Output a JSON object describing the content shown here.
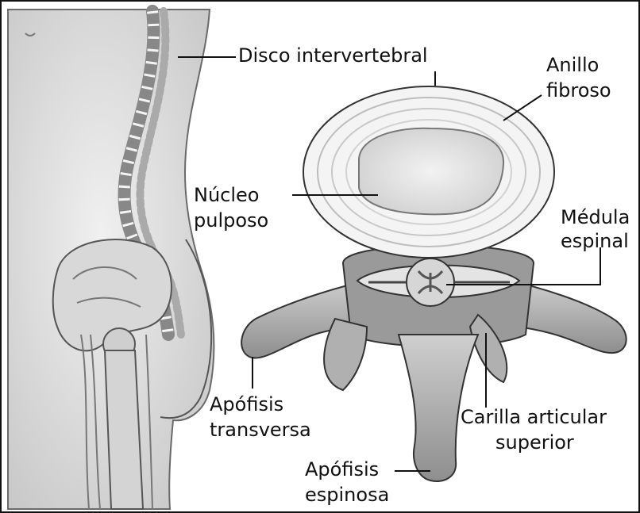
{
  "figure": {
    "labels": {
      "disco": "Disco intervertebral",
      "anillo_1": "Anillo",
      "anillo_2": "fibroso",
      "nucleo_1": "Núcleo",
      "nucleo_2": "pulposo",
      "medula_1": "Médula",
      "medula_2": "espinal",
      "transversa_1": "Apófisis",
      "transversa_2": "transversa",
      "carilla_1": "Carilla articular",
      "carilla_2": "superior",
      "espinosa_1": "Apófisis",
      "espinosa_2": "espinosa"
    }
  }
}
